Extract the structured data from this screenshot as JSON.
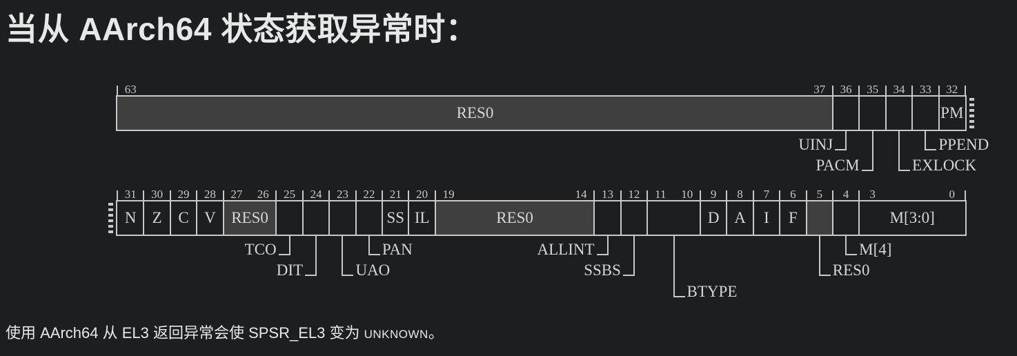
{
  "page": {
    "title": "当从 AArch64 状态获取异常时：",
    "footer": {
      "before_unknown": "使用 AArch64 从 EL3 返回异常会使 SPSR_EL3 变为 ",
      "unknown": "UNKNOWN",
      "after_unknown": "。"
    }
  },
  "colors": {
    "background": "#1c1e20",
    "line": "#c9c9c9",
    "shaded_fill": "#3f3f3f",
    "text": "#e8e8e8"
  },
  "diagram": {
    "register_bit_width": 64,
    "rows": [
      {
        "name": "bits-63-32",
        "msb": 63,
        "lsb": 32,
        "continuation": "right",
        "fields": [
          {
            "msb": 63,
            "lsb": 37,
            "label": "RES0",
            "shaded": true
          },
          {
            "msb": 36,
            "lsb": 36,
            "label": "",
            "callout": {
              "text": "UINJ",
              "side": "left",
              "level": 1
            }
          },
          {
            "msb": 35,
            "lsb": 35,
            "label": "",
            "callout": {
              "text": "PACM",
              "side": "left",
              "level": 2
            }
          },
          {
            "msb": 34,
            "lsb": 34,
            "label": "",
            "callout": {
              "text": "EXLOCK",
              "side": "right",
              "level": 2
            }
          },
          {
            "msb": 33,
            "lsb": 33,
            "label": "",
            "callout": {
              "text": "PPEND",
              "side": "right",
              "level": 1
            }
          },
          {
            "msb": 32,
            "lsb": 32,
            "label": "PM"
          }
        ]
      },
      {
        "name": "bits-31-0",
        "msb": 31,
        "lsb": 0,
        "continuation": "left",
        "fields": [
          {
            "msb": 31,
            "lsb": 31,
            "label": "N"
          },
          {
            "msb": 30,
            "lsb": 30,
            "label": "Z"
          },
          {
            "msb": 29,
            "lsb": 29,
            "label": "C"
          },
          {
            "msb": 28,
            "lsb": 28,
            "label": "V"
          },
          {
            "msb": 27,
            "lsb": 26,
            "label": "RES0",
            "shaded": true
          },
          {
            "msb": 25,
            "lsb": 25,
            "label": "",
            "callout": {
              "text": "TCO",
              "side": "left",
              "level": 1
            }
          },
          {
            "msb": 24,
            "lsb": 24,
            "label": "",
            "callout": {
              "text": "DIT",
              "side": "left",
              "level": 2
            }
          },
          {
            "msb": 23,
            "lsb": 23,
            "label": "",
            "callout": {
              "text": "UAO",
              "side": "right",
              "level": 2
            }
          },
          {
            "msb": 22,
            "lsb": 22,
            "label": "",
            "callout": {
              "text": "PAN",
              "side": "right",
              "level": 1
            }
          },
          {
            "msb": 21,
            "lsb": 21,
            "label": "SS"
          },
          {
            "msb": 20,
            "lsb": 20,
            "label": "IL"
          },
          {
            "msb": 19,
            "lsb": 14,
            "label": "RES0",
            "shaded": true
          },
          {
            "msb": 13,
            "lsb": 13,
            "label": "",
            "callout": {
              "text": "ALLINT",
              "side": "left",
              "level": 1
            }
          },
          {
            "msb": 12,
            "lsb": 12,
            "label": "",
            "callout": {
              "text": "SSBS",
              "side": "left",
              "level": 2
            }
          },
          {
            "msb": 11,
            "lsb": 10,
            "label": "",
            "callout": {
              "text": "BTYPE",
              "side": "right",
              "level": 3
            }
          },
          {
            "msb": 9,
            "lsb": 9,
            "label": "D"
          },
          {
            "msb": 8,
            "lsb": 8,
            "label": "A"
          },
          {
            "msb": 7,
            "lsb": 7,
            "label": "I"
          },
          {
            "msb": 6,
            "lsb": 6,
            "label": "F"
          },
          {
            "msb": 5,
            "lsb": 5,
            "label": "",
            "shaded": true,
            "callout": {
              "text": "RES0",
              "side": "right",
              "level": 2
            }
          },
          {
            "msb": 4,
            "lsb": 4,
            "label": "",
            "callout": {
              "text": "M[4]",
              "side": "right",
              "level": 1
            }
          },
          {
            "msb": 3,
            "lsb": 0,
            "label": "M[3:0]"
          }
        ]
      }
    ]
  }
}
